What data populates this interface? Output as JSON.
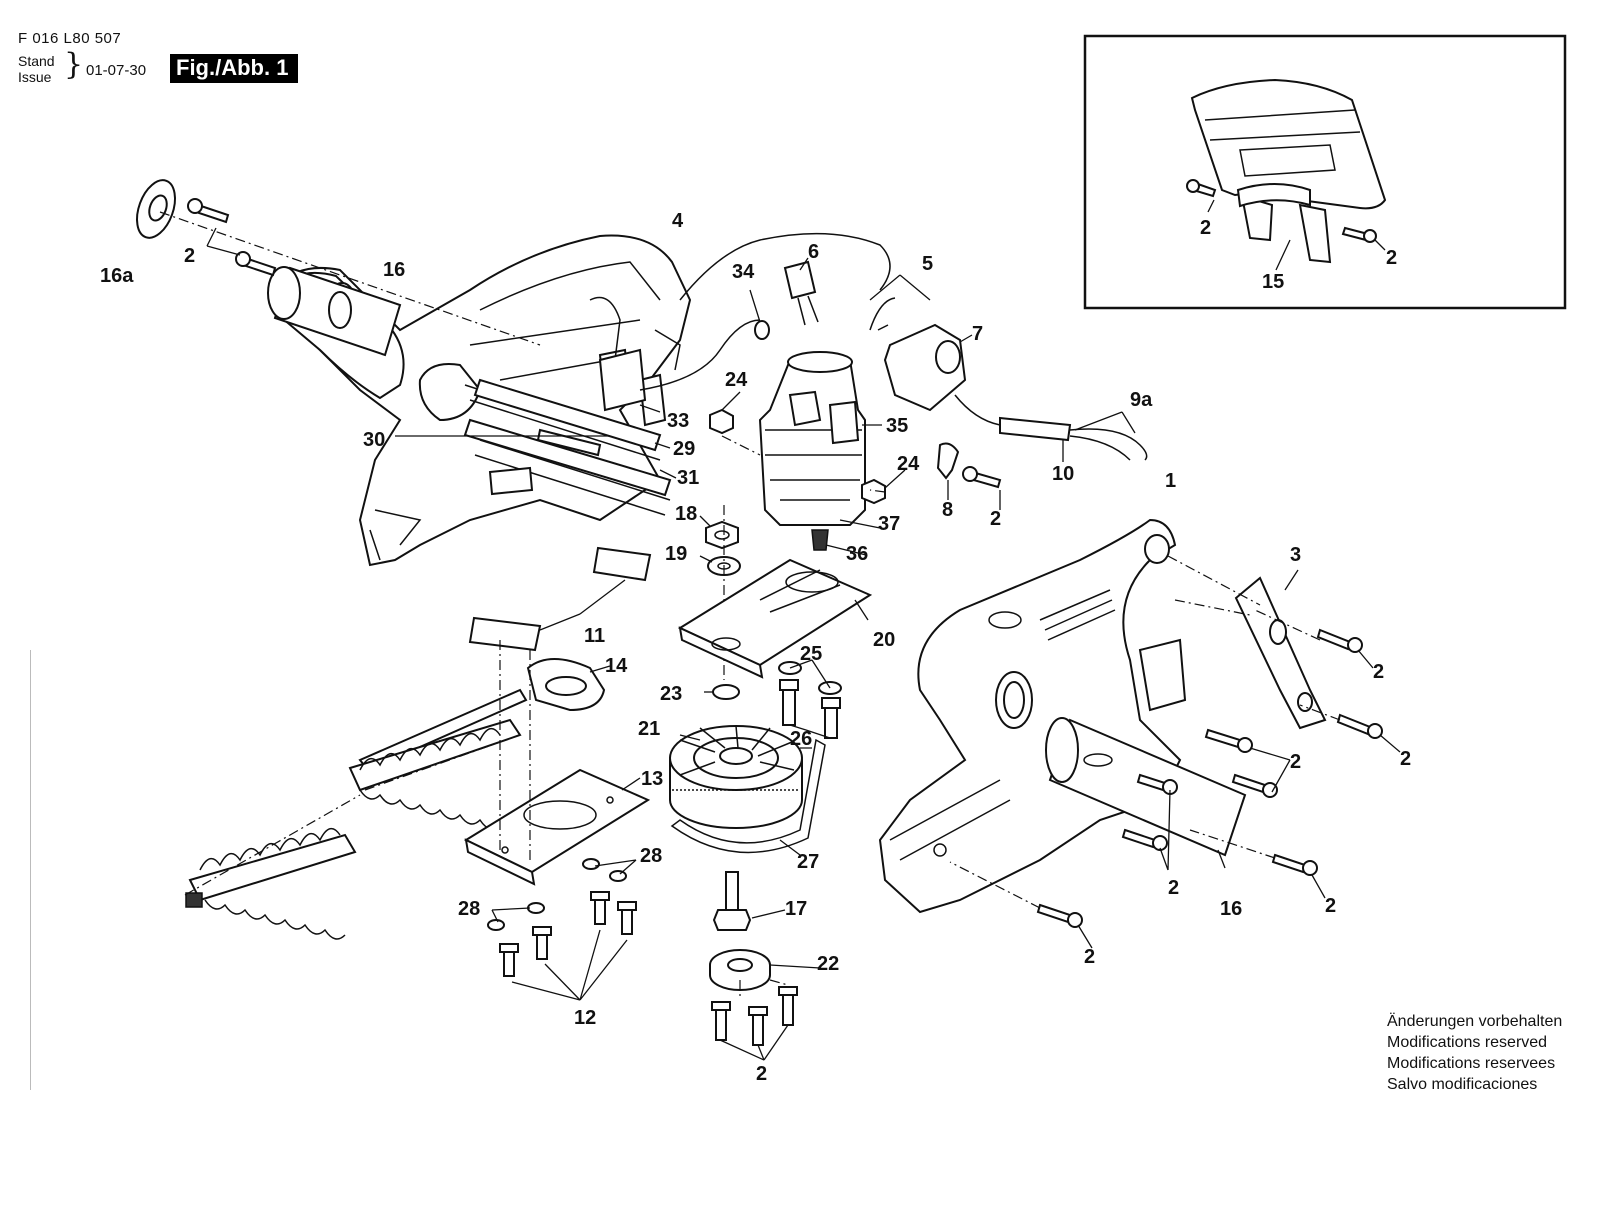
{
  "header": {
    "doc_code": "F 016 L80 507",
    "stand_label": "Stand",
    "issue_label": "Issue",
    "date": "01-07-30",
    "figure_label": "Fig./Abb. 1"
  },
  "callouts": {
    "c1": "1",
    "c2": "2",
    "c3": "3",
    "c4": "4",
    "c5": "5",
    "c6": "6",
    "c7": "7",
    "c8": "8",
    "c9a": "9a",
    "c10": "10",
    "c11": "11",
    "c12": "12",
    "c13": "13",
    "c14": "14",
    "c15": "15",
    "c16": "16",
    "c16a": "16a",
    "c17": "17",
    "c18": "18",
    "c19": "19",
    "c20": "20",
    "c21": "21",
    "c22": "22",
    "c23": "23",
    "c24": "24",
    "c25": "25",
    "c26": "26",
    "c27": "27",
    "c28": "28",
    "c29": "29",
    "c30": "30",
    "c31": "31",
    "c33": "33",
    "c34": "34",
    "c35": "35",
    "c36": "36",
    "c37": "37"
  },
  "notice": {
    "de": "Änderungen vorbehalten",
    "en": "Modifications reserved",
    "fr": "Modifications reservees",
    "es": "Salvo modificaciones"
  }
}
